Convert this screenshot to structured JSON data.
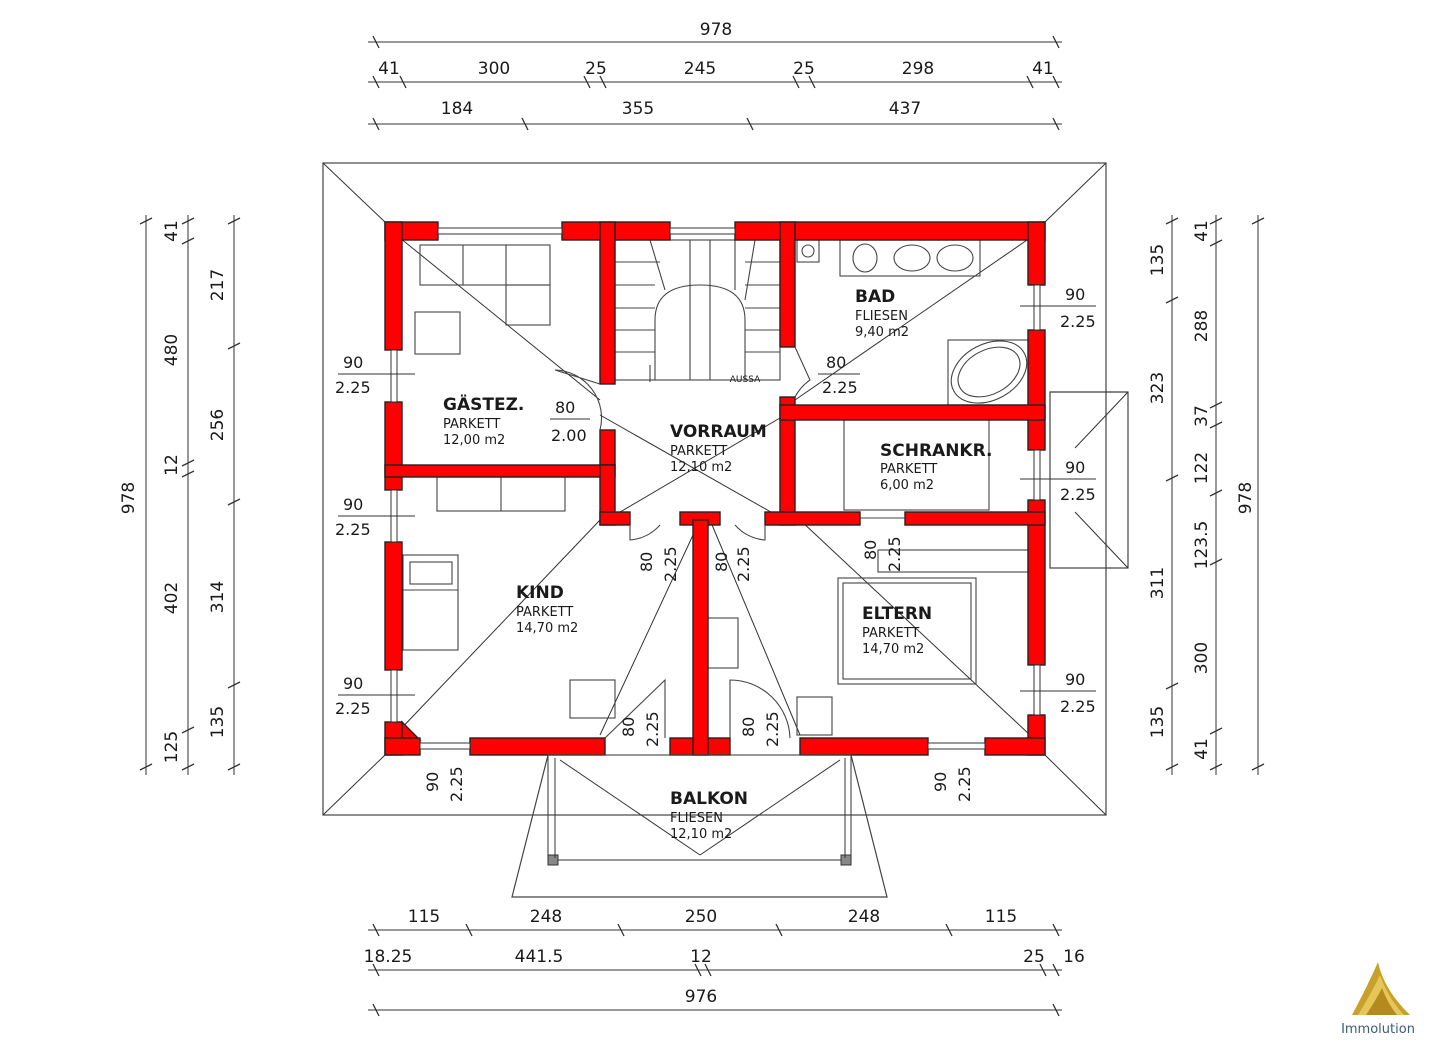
{
  "plan": {
    "rooms": [
      {
        "id": "gaestez",
        "name": "GÄSTEZ.",
        "floor": "PARKETT",
        "area": "12,00 m2"
      },
      {
        "id": "vorraum",
        "name": "VORRAUM",
        "floor": "PARKETT",
        "area": "12,10 m2"
      },
      {
        "id": "bad",
        "name": "BAD",
        "floor": "FLIESEN",
        "area": "9,40 m2"
      },
      {
        "id": "schrankr",
        "name": "SCHRANKR.",
        "floor": "PARKETT",
        "area": "6,00 m2"
      },
      {
        "id": "kind",
        "name": "KIND",
        "floor": "PARKETT",
        "area": "14,70 m2"
      },
      {
        "id": "eltern",
        "name": "ELTERN",
        "floor": "PARKETT",
        "area": "14,70 m2"
      },
      {
        "id": "balkon",
        "name": "BALKON",
        "floor": "FLIESEN",
        "area": "12,10 m2"
      }
    ],
    "top_dims": {
      "total": "978",
      "row2": [
        "41",
        "300",
        "25",
        "245",
        "25",
        "298",
        "41"
      ],
      "row3": [
        "184",
        "355",
        "437"
      ]
    },
    "bottom_dims": {
      "row1": [
        "115",
        "248",
        "250",
        "248",
        "115"
      ],
      "row2": [
        "18.25",
        "441.5",
        "12",
        "25",
        "16"
      ],
      "total": "976"
    },
    "left_dims": {
      "total": "978",
      "inner": [
        "41",
        "480",
        "12",
        "402",
        "125"
      ],
      "outer": [
        "217",
        "256",
        "314",
        "135"
      ]
    },
    "right_dims": {
      "total": "978",
      "outer": [
        "135",
        "323",
        "311",
        "135"
      ],
      "inner": [
        "41",
        "288",
        "37",
        "122",
        "123.5",
        "300",
        "41"
      ]
    },
    "openings": {
      "w_left_top": [
        "90",
        "2.25"
      ],
      "w_left_mid": [
        "90",
        "2.25"
      ],
      "w_left_bot": [
        "90",
        "2.25"
      ],
      "w_right_top": [
        "90",
        "2.25"
      ],
      "w_right_mid": [
        "90",
        "2.25"
      ],
      "w_right_bot": [
        "90",
        "2.25"
      ],
      "d_bad": [
        "80",
        "2.25"
      ],
      "d_gaeste": [
        "80",
        "2.00"
      ],
      "d_kind": [
        "80",
        "2.25"
      ],
      "d_eltern": [
        "80",
        "2.25"
      ],
      "d_schrank": [
        "80",
        "2.25"
      ],
      "d_balk_l": [
        "80",
        "2.25"
      ],
      "d_balk_r": [
        "80",
        "2.25"
      ],
      "w_bot_l": [
        "90",
        "2.25"
      ],
      "w_bot_r": [
        "90",
        "2.25"
      ]
    },
    "stair_label": "AUSSA"
  },
  "brand": {
    "name": "Immolution",
    "color": "#c9a02a"
  }
}
